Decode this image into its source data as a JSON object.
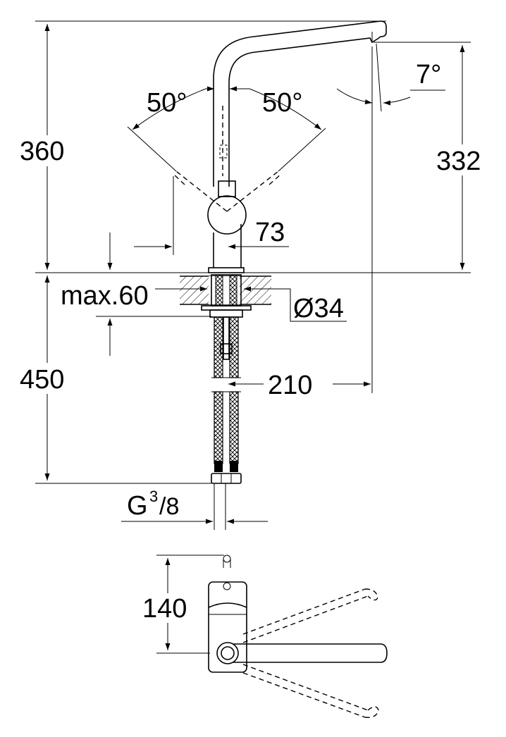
{
  "drawing": {
    "side_view": {
      "height_total": "360",
      "height_spout": "332",
      "spout_angle": "7°",
      "swivel_left": "50°",
      "swivel_right": "50°",
      "body_dim": "73",
      "max_thickness": "max.60",
      "hole_diameter": "Ø34",
      "hose_length": "450",
      "projection": "210",
      "connection_main": "G",
      "connection_sup": "3",
      "connection_sub": "/8"
    },
    "top_view": {
      "depth": "140"
    }
  }
}
